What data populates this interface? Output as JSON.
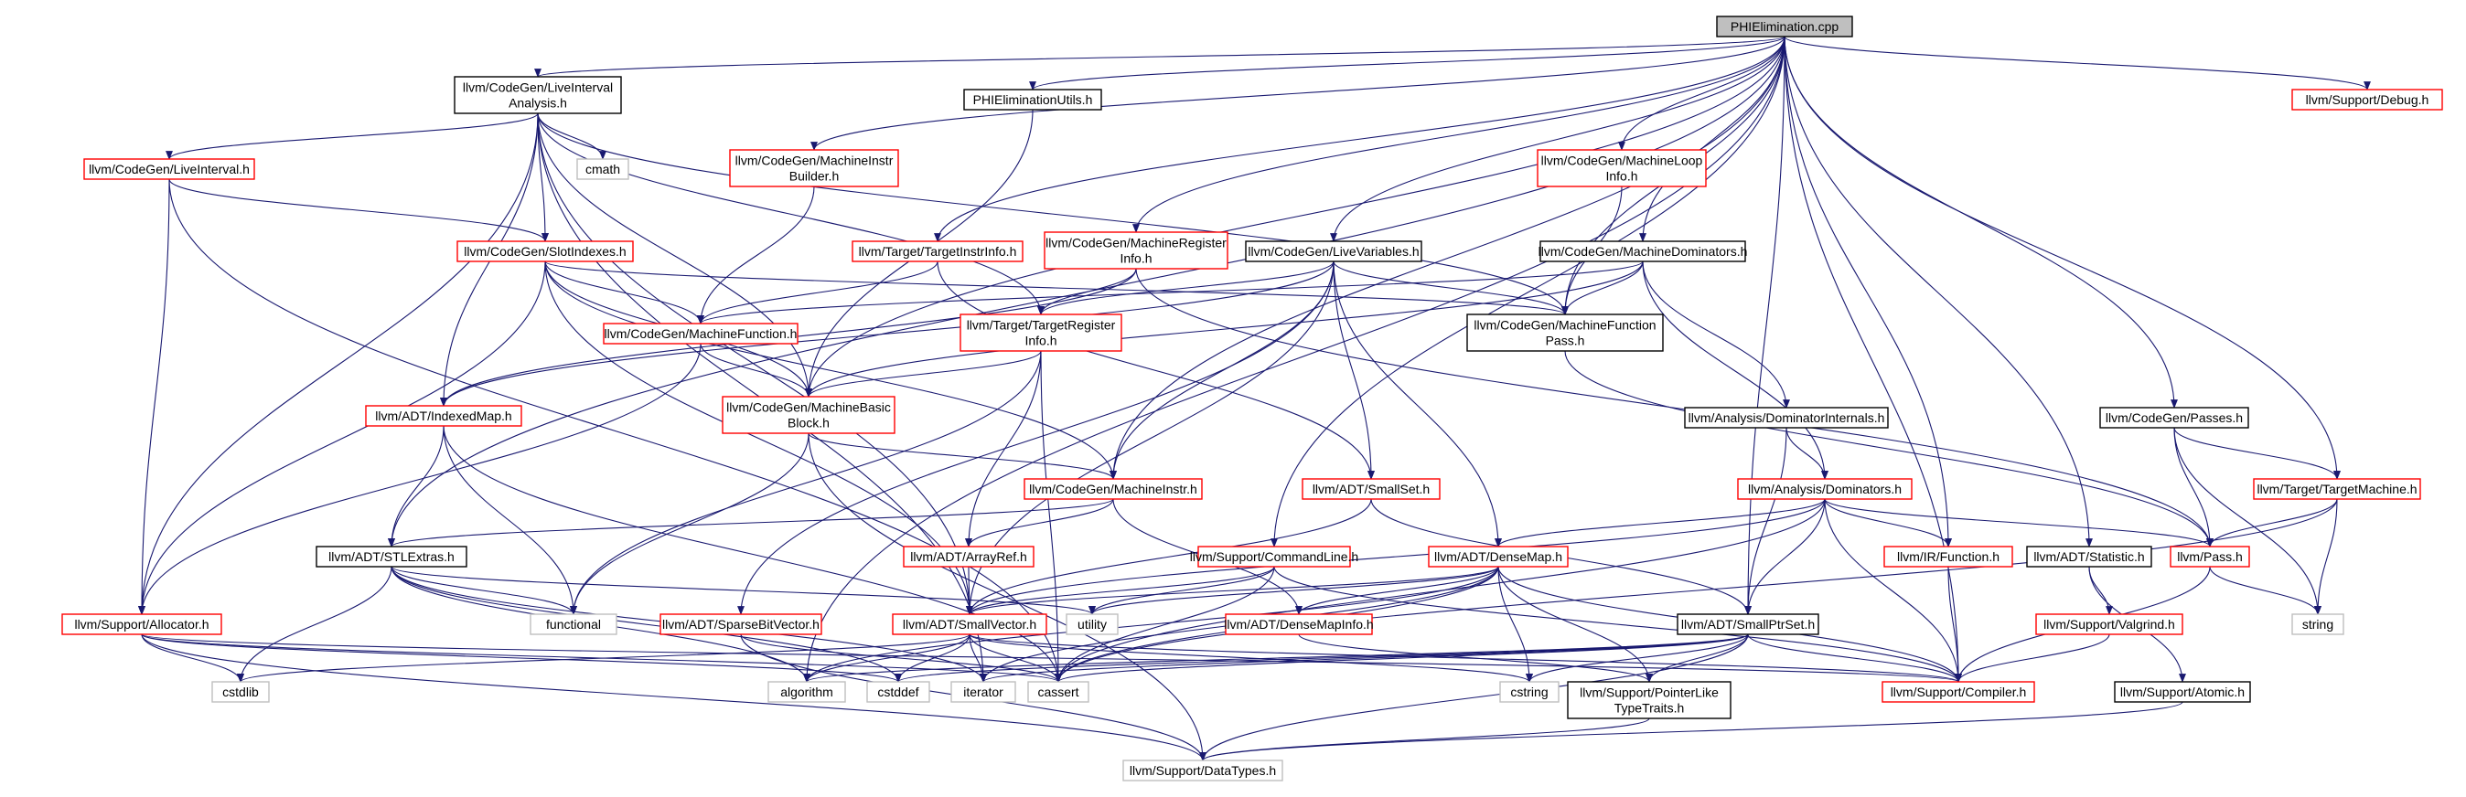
{
  "nodes": [
    {
      "id": "n0",
      "lines": [
        "PHIElimination.cpp"
      ],
      "style": "root"
    },
    {
      "id": "n1",
      "lines": [
        "llvm/CodeGen/LiveInterval",
        "Analysis.h"
      ],
      "style": "black"
    },
    {
      "id": "n2",
      "lines": [
        "PHIEliminationUtils.h"
      ],
      "style": "black"
    },
    {
      "id": "n3",
      "lines": [
        "llvm/Support/Debug.h"
      ],
      "style": "red"
    },
    {
      "id": "n4",
      "lines": [
        "llvm/CodeGen/LiveInterval.h"
      ],
      "style": "red"
    },
    {
      "id": "n5",
      "lines": [
        "cmath"
      ],
      "style": "gray"
    },
    {
      "id": "n6",
      "lines": [
        "llvm/CodeGen/MachineInstr",
        "Builder.h"
      ],
      "style": "red"
    },
    {
      "id": "n7",
      "lines": [
        "llvm/CodeGen/MachineLoop",
        "Info.h"
      ],
      "style": "red"
    },
    {
      "id": "n8",
      "lines": [
        "llvm/CodeGen/SlotIndexes.h"
      ],
      "style": "red"
    },
    {
      "id": "n9",
      "lines": [
        "llvm/Target/TargetInstrInfo.h"
      ],
      "style": "red"
    },
    {
      "id": "n10",
      "lines": [
        "llvm/CodeGen/MachineRegister",
        "Info.h"
      ],
      "style": "red"
    },
    {
      "id": "n11",
      "lines": [
        "llvm/CodeGen/LiveVariables.h"
      ],
      "style": "black"
    },
    {
      "id": "n12",
      "lines": [
        "llvm/CodeGen/MachineDominators.h"
      ],
      "style": "black"
    },
    {
      "id": "n13",
      "lines": [
        "llvm/CodeGen/MachineFunction.h"
      ],
      "style": "red"
    },
    {
      "id": "n14",
      "lines": [
        "llvm/Target/TargetRegister",
        "Info.h"
      ],
      "style": "red"
    },
    {
      "id": "n15",
      "lines": [
        "llvm/CodeGen/MachineFunction",
        "Pass.h"
      ],
      "style": "black"
    },
    {
      "id": "n16",
      "lines": [
        "llvm/ADT/IndexedMap.h"
      ],
      "style": "red"
    },
    {
      "id": "n17",
      "lines": [
        "llvm/CodeGen/MachineBasic",
        "Block.h"
      ],
      "style": "red"
    },
    {
      "id": "n18",
      "lines": [
        "llvm/Analysis/DominatorInternals.h"
      ],
      "style": "black"
    },
    {
      "id": "n19",
      "lines": [
        "llvm/CodeGen/Passes.h"
      ],
      "style": "black"
    },
    {
      "id": "n20",
      "lines": [
        "llvm/CodeGen/MachineInstr.h"
      ],
      "style": "red"
    },
    {
      "id": "n21",
      "lines": [
        "llvm/ADT/SmallSet.h"
      ],
      "style": "red"
    },
    {
      "id": "n22",
      "lines": [
        "llvm/Analysis/Dominators.h"
      ],
      "style": "red"
    },
    {
      "id": "n23",
      "lines": [
        "llvm/Target/TargetMachine.h"
      ],
      "style": "red"
    },
    {
      "id": "n24",
      "lines": [
        "llvm/ADT/STLExtras.h"
      ],
      "style": "black"
    },
    {
      "id": "n25",
      "lines": [
        "llvm/ADT/ArrayRef.h"
      ],
      "style": "red"
    },
    {
      "id": "n26",
      "lines": [
        "llvm/Support/CommandLine.h"
      ],
      "style": "red"
    },
    {
      "id": "n27",
      "lines": [
        "llvm/ADT/DenseMap.h"
      ],
      "style": "red"
    },
    {
      "id": "n28",
      "lines": [
        "llvm/IR/Function.h"
      ],
      "style": "red"
    },
    {
      "id": "n29",
      "lines": [
        "llvm/ADT/Statistic.h"
      ],
      "style": "black"
    },
    {
      "id": "n30",
      "lines": [
        "llvm/Pass.h"
      ],
      "style": "red"
    },
    {
      "id": "n31",
      "lines": [
        "functional"
      ],
      "style": "gray"
    },
    {
      "id": "n32",
      "lines": [
        "llvm/Support/Allocator.h"
      ],
      "style": "red"
    },
    {
      "id": "n33",
      "lines": [
        "llvm/ADT/SparseBitVector.h"
      ],
      "style": "red"
    },
    {
      "id": "n34",
      "lines": [
        "llvm/ADT/SmallVector.h"
      ],
      "style": "red"
    },
    {
      "id": "n35",
      "lines": [
        "utility"
      ],
      "style": "gray"
    },
    {
      "id": "n36",
      "lines": [
        "llvm/ADT/DenseMapInfo.h"
      ],
      "style": "red"
    },
    {
      "id": "n37",
      "lines": [
        "llvm/ADT/SmallPtrSet.h"
      ],
      "style": "black"
    },
    {
      "id": "n38",
      "lines": [
        "llvm/Support/Valgrind.h"
      ],
      "style": "red"
    },
    {
      "id": "n39",
      "lines": [
        "string"
      ],
      "style": "gray"
    },
    {
      "id": "n40",
      "lines": [
        "cstdlib"
      ],
      "style": "gray"
    },
    {
      "id": "n41",
      "lines": [
        "algorithm"
      ],
      "style": "gray"
    },
    {
      "id": "n42",
      "lines": [
        "cstddef"
      ],
      "style": "gray"
    },
    {
      "id": "n43",
      "lines": [
        "iterator"
      ],
      "style": "gray"
    },
    {
      "id": "n44",
      "lines": [
        "cassert"
      ],
      "style": "gray"
    },
    {
      "id": "n45",
      "lines": [
        "cstring"
      ],
      "style": "gray"
    },
    {
      "id": "n46",
      "lines": [
        "llvm/Support/PointerLike",
        "TypeTraits.h"
      ],
      "style": "black"
    },
    {
      "id": "n47",
      "lines": [
        "llvm/Support/Compiler.h"
      ],
      "style": "red"
    },
    {
      "id": "n48",
      "lines": [
        "llvm/Support/Atomic.h"
      ],
      "style": "black"
    },
    {
      "id": "n49",
      "lines": [
        "llvm/Support/DataTypes.h"
      ],
      "style": "gray"
    }
  ],
  "edges": [
    [
      "n0",
      "n1"
    ],
    [
      "n0",
      "n2"
    ],
    [
      "n0",
      "n3"
    ],
    [
      "n0",
      "n6"
    ],
    [
      "n0",
      "n7"
    ],
    [
      "n0",
      "n9"
    ],
    [
      "n0",
      "n10"
    ],
    [
      "n0",
      "n11"
    ],
    [
      "n0",
      "n12"
    ],
    [
      "n0",
      "n15"
    ],
    [
      "n0",
      "n17"
    ],
    [
      "n0",
      "n19"
    ],
    [
      "n0",
      "n20"
    ],
    [
      "n0",
      "n23"
    ],
    [
      "n0",
      "n24"
    ],
    [
      "n0",
      "n26"
    ],
    [
      "n0",
      "n28"
    ],
    [
      "n0",
      "n29"
    ],
    [
      "n0",
      "n37"
    ],
    [
      "n0",
      "n41"
    ],
    [
      "n0",
      "n47"
    ],
    [
      "n1",
      "n4"
    ],
    [
      "n1",
      "n5"
    ],
    [
      "n1",
      "n8"
    ],
    [
      "n1",
      "n14"
    ],
    [
      "n1",
      "n15"
    ],
    [
      "n1",
      "n16"
    ],
    [
      "n1",
      "n17"
    ],
    [
      "n1",
      "n32"
    ],
    [
      "n1",
      "n34"
    ],
    [
      "n1",
      "n43"
    ],
    [
      "n2",
      "n17"
    ],
    [
      "n4",
      "n8"
    ],
    [
      "n4",
      "n32"
    ],
    [
      "n4",
      "n44"
    ],
    [
      "n6",
      "n13"
    ],
    [
      "n7",
      "n15"
    ],
    [
      "n8",
      "n13"
    ],
    [
      "n8",
      "n15"
    ],
    [
      "n8",
      "n17"
    ],
    [
      "n8",
      "n20"
    ],
    [
      "n8",
      "n32"
    ],
    [
      "n8",
      "n34"
    ],
    [
      "n9",
      "n13"
    ],
    [
      "n9",
      "n21"
    ],
    [
      "n10",
      "n14"
    ],
    [
      "n10",
      "n16"
    ],
    [
      "n10",
      "n30"
    ],
    [
      "n11",
      "n14"
    ],
    [
      "n11",
      "n15"
    ],
    [
      "n11",
      "n16"
    ],
    [
      "n11",
      "n20"
    ],
    [
      "n11",
      "n21"
    ],
    [
      "n11",
      "n27"
    ],
    [
      "n11",
      "n33"
    ],
    [
      "n11",
      "n34"
    ],
    [
      "n12",
      "n13"
    ],
    [
      "n12",
      "n15"
    ],
    [
      "n12",
      "n17"
    ],
    [
      "n12",
      "n18"
    ],
    [
      "n12",
      "n22"
    ],
    [
      "n13",
      "n17"
    ],
    [
      "n13",
      "n32"
    ],
    [
      "n14",
      "n17"
    ],
    [
      "n14",
      "n25"
    ],
    [
      "n14",
      "n31"
    ],
    [
      "n14",
      "n44"
    ],
    [
      "n15",
      "n30"
    ],
    [
      "n16",
      "n24"
    ],
    [
      "n16",
      "n31"
    ],
    [
      "n16",
      "n44"
    ],
    [
      "n17",
      "n20"
    ],
    [
      "n17",
      "n31"
    ],
    [
      "n17",
      "n49"
    ],
    [
      "n18",
      "n22"
    ],
    [
      "n18",
      "n37"
    ],
    [
      "n19",
      "n23"
    ],
    [
      "n19",
      "n30"
    ],
    [
      "n19",
      "n39"
    ],
    [
      "n20",
      "n24"
    ],
    [
      "n20",
      "n25"
    ],
    [
      "n20",
      "n36"
    ],
    [
      "n21",
      "n34"
    ],
    [
      "n21",
      "n37"
    ],
    [
      "n22",
      "n27"
    ],
    [
      "n22",
      "n28"
    ],
    [
      "n22",
      "n30"
    ],
    [
      "n22",
      "n34"
    ],
    [
      "n22",
      "n37"
    ],
    [
      "n22",
      "n44"
    ],
    [
      "n22",
      "n47"
    ],
    [
      "n23",
      "n30"
    ],
    [
      "n23",
      "n39"
    ],
    [
      "n23",
      "n44"
    ],
    [
      "n24",
      "n31"
    ],
    [
      "n24",
      "n35"
    ],
    [
      "n24",
      "n40"
    ],
    [
      "n24",
      "n41"
    ],
    [
      "n24",
      "n42"
    ],
    [
      "n24",
      "n43"
    ],
    [
      "n25",
      "n34"
    ],
    [
      "n26",
      "n34"
    ],
    [
      "n26",
      "n35"
    ],
    [
      "n26",
      "n44"
    ],
    [
      "n26",
      "n47"
    ],
    [
      "n27",
      "n34"
    ],
    [
      "n27",
      "n35"
    ],
    [
      "n27",
      "n36"
    ],
    [
      "n27",
      "n41"
    ],
    [
      "n27",
      "n43"
    ],
    [
      "n27",
      "n44"
    ],
    [
      "n27",
      "n45"
    ],
    [
      "n27",
      "n46"
    ],
    [
      "n27",
      "n47"
    ],
    [
      "n28",
      "n47"
    ],
    [
      "n29",
      "n38"
    ],
    [
      "n29",
      "n48"
    ],
    [
      "n30",
      "n39"
    ],
    [
      "n30",
      "n47"
    ],
    [
      "n32",
      "n40"
    ],
    [
      "n32",
      "n42"
    ],
    [
      "n32",
      "n44"
    ],
    [
      "n32",
      "n47"
    ],
    [
      "n32",
      "n49"
    ],
    [
      "n33",
      "n44"
    ],
    [
      "n33",
      "n49"
    ],
    [
      "n34",
      "n40"
    ],
    [
      "n34",
      "n41"
    ],
    [
      "n34",
      "n42"
    ],
    [
      "n34",
      "n43"
    ],
    [
      "n34",
      "n44"
    ],
    [
      "n34",
      "n45"
    ],
    [
      "n34",
      "n47"
    ],
    [
      "n36",
      "n46"
    ],
    [
      "n37",
      "n41"
    ],
    [
      "n37",
      "n42"
    ],
    [
      "n37",
      "n43"
    ],
    [
      "n37",
      "n44"
    ],
    [
      "n37",
      "n45"
    ],
    [
      "n37",
      "n46"
    ],
    [
      "n37",
      "n47"
    ],
    [
      "n37",
      "n49"
    ],
    [
      "n38",
      "n47"
    ],
    [
      "n46",
      "n49"
    ],
    [
      "n48",
      "n49"
    ]
  ],
  "colors": {
    "edge": "#191970",
    "red_border": "#ff0000",
    "black_border": "#000000",
    "gray_border": "#bfbfbf",
    "root_fill": "#bfbfbf",
    "text": "#000000"
  }
}
